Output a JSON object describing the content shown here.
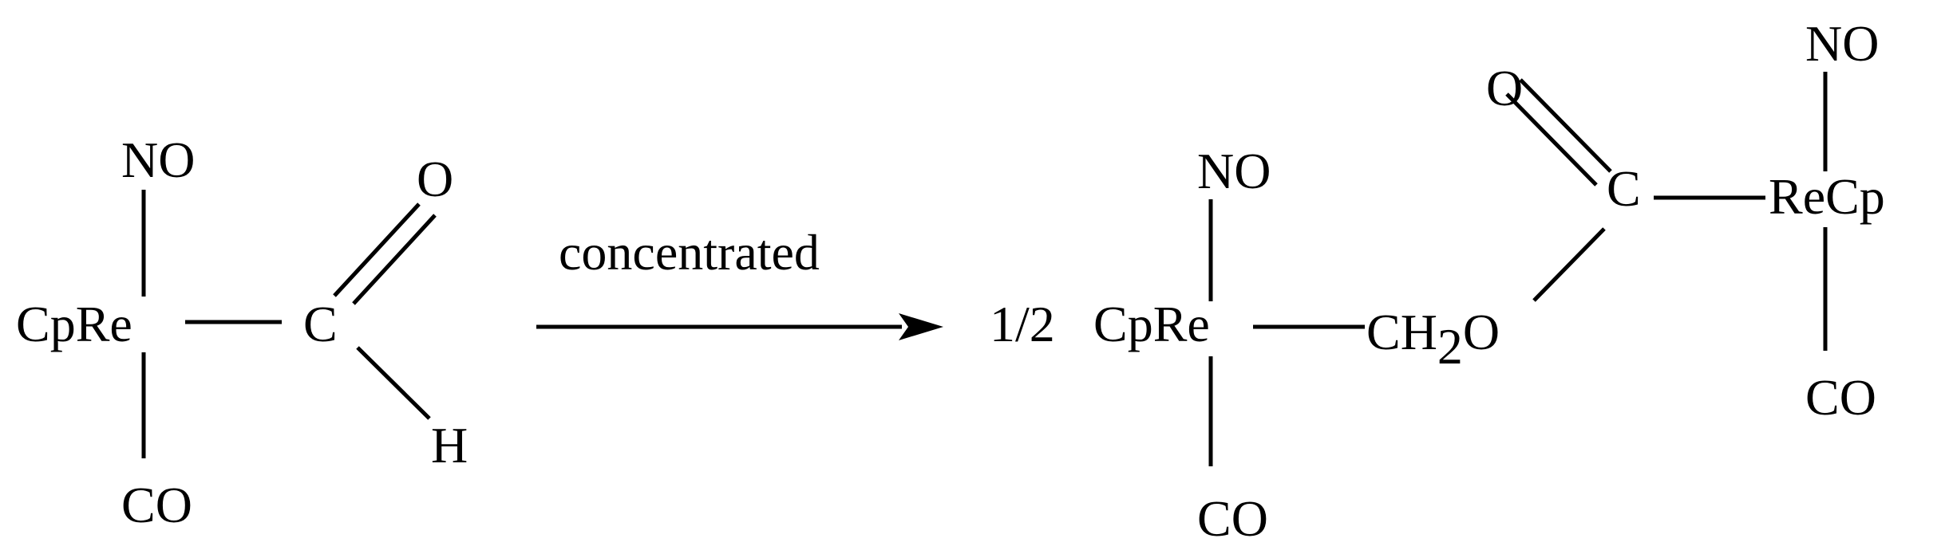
{
  "reactant": {
    "metal": "CpRe",
    "ligand_top": "NO",
    "ligand_bottom": "CO",
    "carbonyl_carbon": "C",
    "carbonyl_oxygen": "O",
    "hydrogen": "H"
  },
  "arrow": {
    "condition": "concentrated"
  },
  "product": {
    "coefficient": "1/2",
    "metal_left": "CpRe",
    "ligand_top_left": "NO",
    "ligand_bottom_left": "CO",
    "ch2o_ch": "CH",
    "ch2o_sub": "2",
    "ch2o_o": "O",
    "ester_carbon": "C",
    "ester_oxygen": "O",
    "metal_right": "ReCp",
    "ligand_top_right": "NO",
    "ligand_bottom_right": "CO"
  }
}
